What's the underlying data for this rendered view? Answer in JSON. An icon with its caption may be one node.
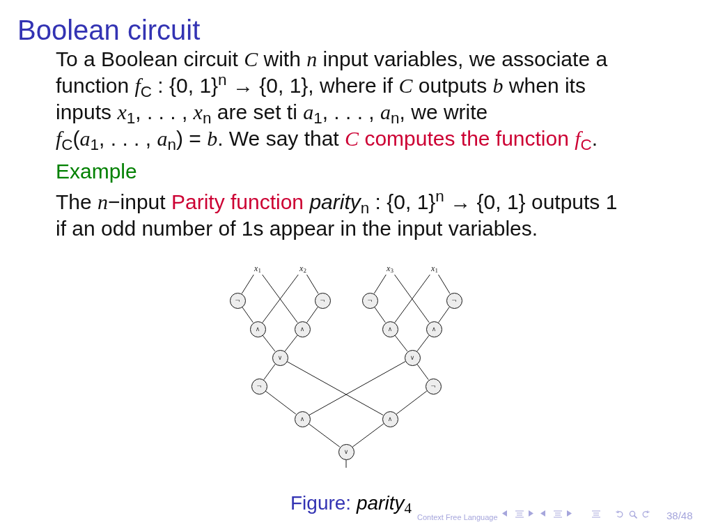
{
  "diagram": {
    "title": "Boolean circuit",
    "caption": "Figure: *parity*$_{4}$",
    "nodes": [
      {
        "text": [
          "*x*$_{1}$"
        ]
      },
      {
        "text": [
          "*x*$_{2}$"
        ]
      },
      {
        "text": [
          "*x*$_{3}$"
        ]
      },
      {
        "text": [
          "*x*$_{1}$"
        ]
      },
      {
        "text": [
          "¬"
        ]
      },
      {
        "text": [
          "¬"
        ]
      },
      {
        "text": [
          "¬"
        ]
      },
      {
        "text": [
          "¬"
        ]
      },
      {
        "text": [
          "∧"
        ]
      },
      {
        "text": [
          "∧"
        ]
      },
      {
        "text": [
          "∧"
        ]
      },
      {
        "text": [
          "∧"
        ]
      },
      {
        "text": [
          "∨"
        ]
      },
      {
        "text": [
          "∨"
        ]
      },
      {
        "text": [
          "¬"
        ]
      },
      {
        "text": [
          "¬"
        ]
      },
      {
        "text": [
          "∧"
        ]
      },
      {
        "text": [
          "∧"
        ]
      },
      {
        "text": [
          "∨"
        ]
      }
    ],
    "edges": [
      {
        "from": 0,
        "to": 4,
        "arrow": "none"
      },
      {
        "from": 0,
        "to": 9,
        "arrow": "none"
      },
      {
        "from": 1,
        "to": 8,
        "arrow": "none"
      },
      {
        "from": 1,
        "to": 5,
        "arrow": "none"
      },
      {
        "from": 4,
        "to": 8,
        "arrow": "none"
      },
      {
        "from": 5,
        "to": 9,
        "arrow": "none"
      },
      {
        "from": 8,
        "to": 12,
        "arrow": "none"
      },
      {
        "from": 9,
        "to": 12,
        "arrow": "none"
      },
      {
        "from": 2,
        "to": 6,
        "arrow": "none"
      },
      {
        "from": 2,
        "to": 11,
        "arrow": "none"
      },
      {
        "from": 3,
        "to": 10,
        "arrow": "none"
      },
      {
        "from": 3,
        "to": 7,
        "arrow": "none"
      },
      {
        "from": 6,
        "to": 10,
        "arrow": "none"
      },
      {
        "from": 7,
        "to": 11,
        "arrow": "none"
      },
      {
        "from": 10,
        "to": 13,
        "arrow": "none"
      },
      {
        "from": 11,
        "to": 13,
        "arrow": "none"
      },
      {
        "from": 12,
        "to": 14,
        "arrow": "none"
      },
      {
        "from": 12,
        "to": 17,
        "arrow": "none"
      },
      {
        "from": 13,
        "to": 16,
        "arrow": "none"
      },
      {
        "from": 13,
        "to": 15,
        "arrow": "none"
      },
      {
        "from": 14,
        "to": 16,
        "arrow": "none"
      },
      {
        "from": 15,
        "to": 17,
        "arrow": "none"
      },
      {
        "from": 16,
        "to": 18,
        "arrow": "none"
      },
      {
        "from": 17,
        "to": 18,
        "arrow": "none"
      },
      {
        "from": 18,
        "to": null,
        "arrow": "none"
      }
    ],
    "labels": [
      "To a Boolean circuit *C* with *n* input variables, we associate a function *f*$_{C}$ : {0, 1}$^{n}$ → {0, 1}, where if *C* outputs *b* when its inputs *x*$_{1}$, . . . , *x*$_{n}$ are set ti *a*$_{1}$, . . . , *a*$_{n}$, we write *f*$_{C}$(*a*$_{1}$, . . . , *a*$_{n}$) = *b*. We say that",
      "*C* computes the function *f*$_{C}$",
      ".",
      "Example",
      "The *n*−input",
      "Parity function",
      "*parity*$_{n}$ : {0, 1}$^{n}$ → {0, 1} outputs 1 if an odd number of 1s appear in the input variables.",
      "Context Free Language",
      "38/48"
    ]
  }
}
